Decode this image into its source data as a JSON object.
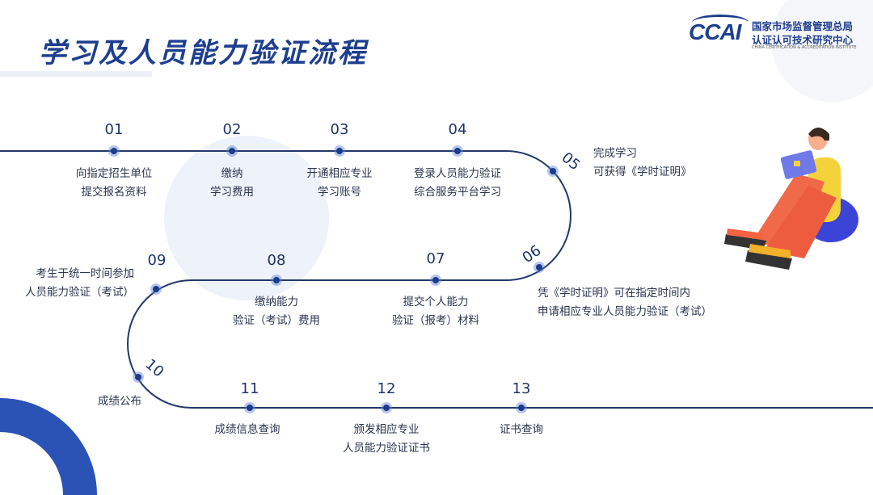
{
  "header": {
    "title": "学习及人员能力验证流程",
    "logo": {
      "mark": "CCAI",
      "line1": "国家市场监督管理总局",
      "line2": "认证认可技术研究中心",
      "line3": "CHINA CERTIFICATION & ACCREDITATION INSTITUTE"
    }
  },
  "colors": {
    "title": "#1e3f8e",
    "path": "#23386b",
    "dot": "#1e3a8a",
    "accent_blue": "#2f56b8"
  },
  "steps": [
    {
      "num": "01",
      "lines": [
        "向指定招生单位",
        "提交报名资料"
      ]
    },
    {
      "num": "02",
      "lines": [
        "缴纳",
        "学习费用"
      ]
    },
    {
      "num": "03",
      "lines": [
        "开通相应专业",
        "学习账号"
      ]
    },
    {
      "num": "04",
      "lines": [
        "登录人员能力验证",
        "综合服务平台学习"
      ]
    },
    {
      "num": "05",
      "lines": [
        "完成学习",
        "可获得《学时证明》"
      ]
    },
    {
      "num": "06",
      "lines": [
        "凭《学时证明》可在指定时间内",
        "申请相应专业人员能力验证（考试）"
      ]
    },
    {
      "num": "07",
      "lines": [
        "提交个人能力",
        "验证（报考）材料"
      ]
    },
    {
      "num": "08",
      "lines": [
        "缴纳能力",
        "验证（考试）费用"
      ]
    },
    {
      "num": "09",
      "lines": [
        "考生于统一时间参加",
        "人员能力验证（考试）"
      ]
    },
    {
      "num": "10",
      "lines": [
        "成绩公布"
      ]
    },
    {
      "num": "11",
      "lines": [
        "成绩信息查询"
      ]
    },
    {
      "num": "12",
      "lines": [
        "颁发相应专业",
        "人员能力验证证书"
      ]
    },
    {
      "num": "13",
      "lines": [
        "证书查询"
      ]
    }
  ]
}
